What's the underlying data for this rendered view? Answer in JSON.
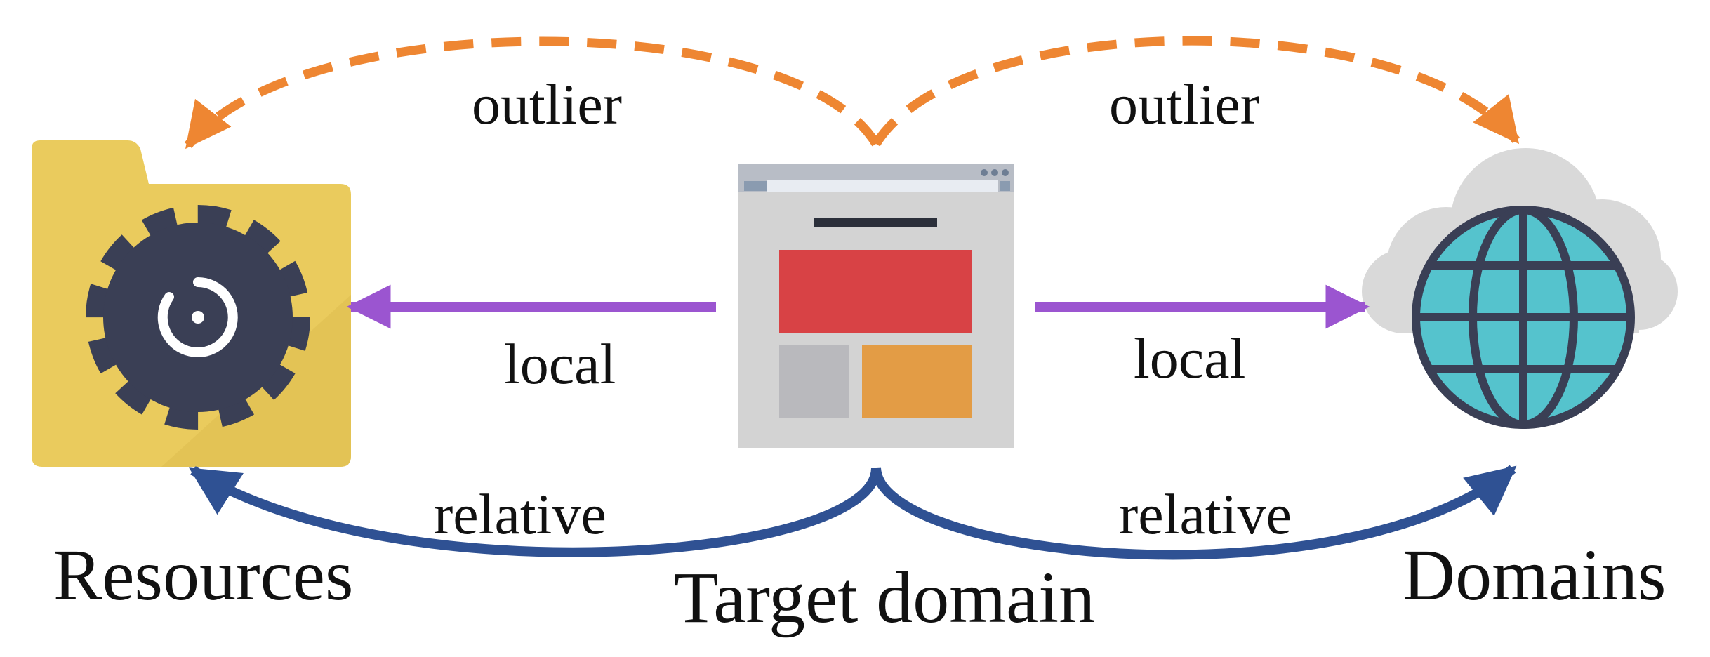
{
  "nodes": {
    "resources": {
      "label": "Resources",
      "icon": "folder-gear-icon"
    },
    "target": {
      "label": "Target domain",
      "icon": "browser-window-icon"
    },
    "domains": {
      "label": "Domains",
      "icon": "cloud-globe-icon"
    }
  },
  "edges": {
    "outlier_left": {
      "label": "outlier",
      "style": "dashed",
      "color": "#ee8632"
    },
    "outlier_right": {
      "label": "outlier",
      "style": "dashed",
      "color": "#ee8632"
    },
    "local_left": {
      "label": "local",
      "style": "solid",
      "color": "#9b55d0"
    },
    "local_right": {
      "label": "local",
      "style": "solid",
      "color": "#9b55d0"
    },
    "relative_left": {
      "label": "relative",
      "style": "solid",
      "color": "#2f5193"
    },
    "relative_right": {
      "label": "relative",
      "style": "solid",
      "color": "#2f5193"
    }
  }
}
